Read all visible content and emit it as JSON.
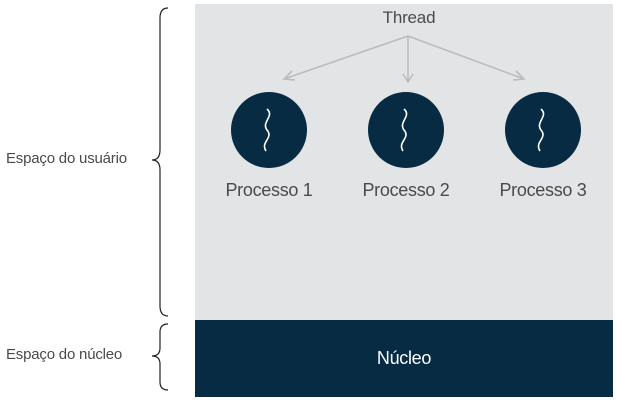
{
  "thread": {
    "label": "Thread"
  },
  "processes": [
    {
      "label": "Processo 1"
    },
    {
      "label": "Processo 2"
    },
    {
      "label": "Processo 3"
    }
  ],
  "regions": {
    "user_space": {
      "label": "Espaço do usuário",
      "color": "#e3e4e6"
    },
    "kernel_space": {
      "label": "Espaço do núcleo"
    },
    "kernel": {
      "label": "Núcleo",
      "color": "#062b43"
    }
  },
  "colors": {
    "process_fill": "#062b43",
    "arrow": "#b9bcbf",
    "brace": "#222222"
  },
  "icons": {
    "thread_glyph": "wavy-thread-icon"
  }
}
